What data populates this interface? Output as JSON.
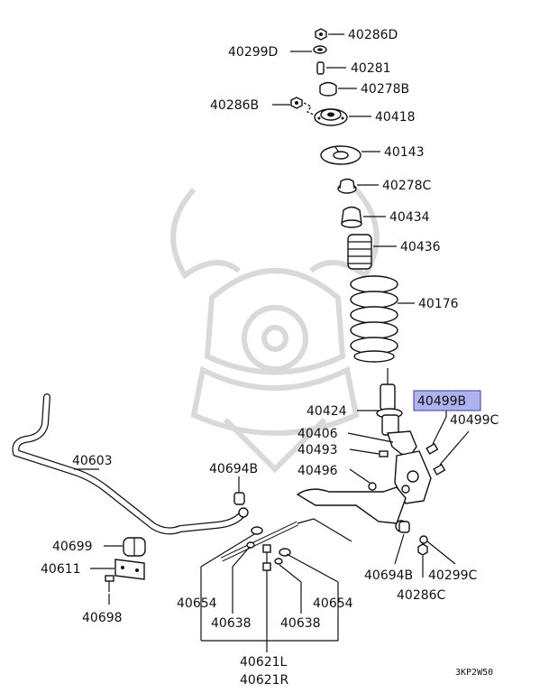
{
  "labels": {
    "p40286D": "40286D",
    "p40299D": "40299D",
    "p40281": "40281",
    "p40278B": "40278B",
    "p40286B": "40286B",
    "p40418": "40418",
    "p40143": "40143",
    "p40278C": "40278C",
    "p40434": "40434",
    "p40436": "40436",
    "p40176": "40176",
    "p40424": "40424",
    "p40499B": "40499B",
    "p40499C": "40499C",
    "p40406": "40406",
    "p40493": "40493",
    "p40496": "40496",
    "p40603": "40603",
    "p40694B_left": "40694B",
    "p40699": "40699",
    "p40611": "40611",
    "p40698": "40698",
    "p40654_left": "40654",
    "p40654_right": "40654",
    "p40638_left": "40638",
    "p40638_right": "40638",
    "p40621L": "40621L",
    "p40621R": "40621R",
    "p40694B_right": "40694B",
    "p40299C": "40299C",
    "p40286C": "40286C"
  },
  "diagram_code": "3KP2W50",
  "colors": {
    "highlight_fill": "#aeb3ee",
    "highlight_border": "#3a3fa0",
    "ink": "#111111",
    "watermark": "#d9d9d9"
  }
}
